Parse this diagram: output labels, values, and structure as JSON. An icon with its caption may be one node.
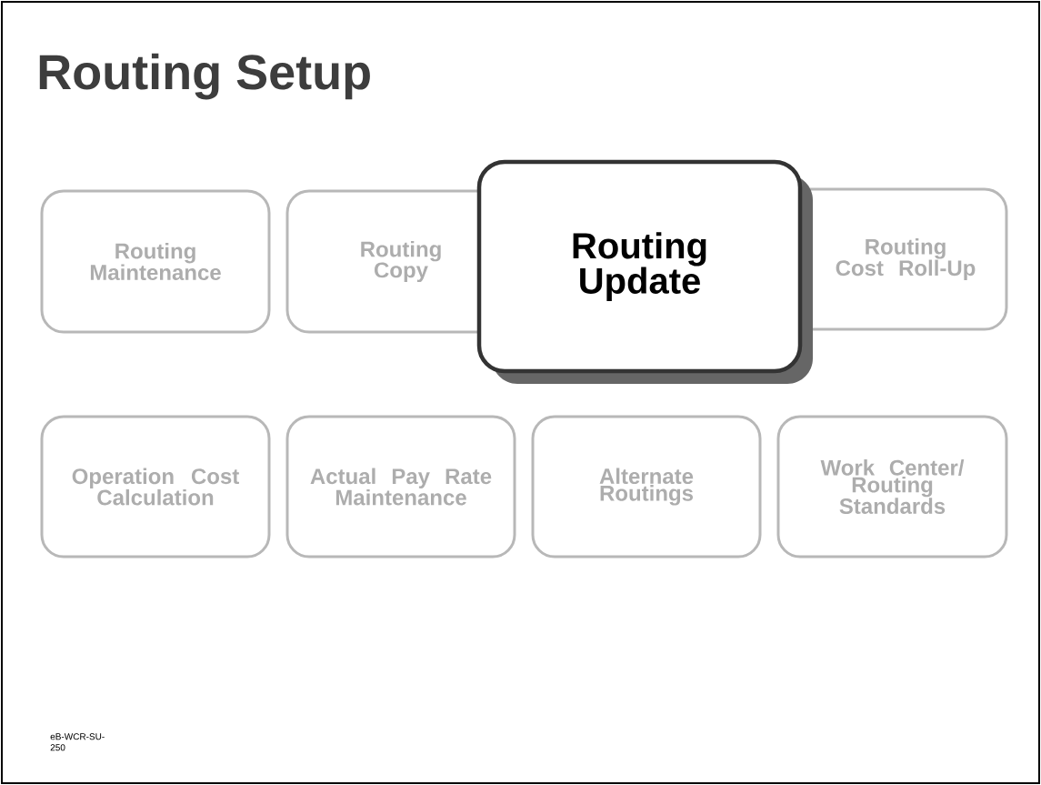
{
  "diagram": {
    "title": "Routing Setup",
    "nodes": [
      {
        "text": [
          "Routing Maintenance"
        ]
      },
      {
        "text": [
          "Routing Copy"
        ]
      },
      {
        "text": [
          "Routing Cost Roll-Up"
        ]
      },
      {
        "text": [
          "Routing Update"
        ]
      },
      {
        "text": [
          "Operation Cost Calculation"
        ]
      },
      {
        "text": [
          "Actual Pay Rate Maintenance"
        ]
      },
      {
        "text": [
          "Alternate Routings"
        ]
      },
      {
        "text": [
          "Work Center/ Routing Standards"
        ]
      }
    ],
    "labels": [
      "eB-WCR-SU-250"
    ]
  }
}
